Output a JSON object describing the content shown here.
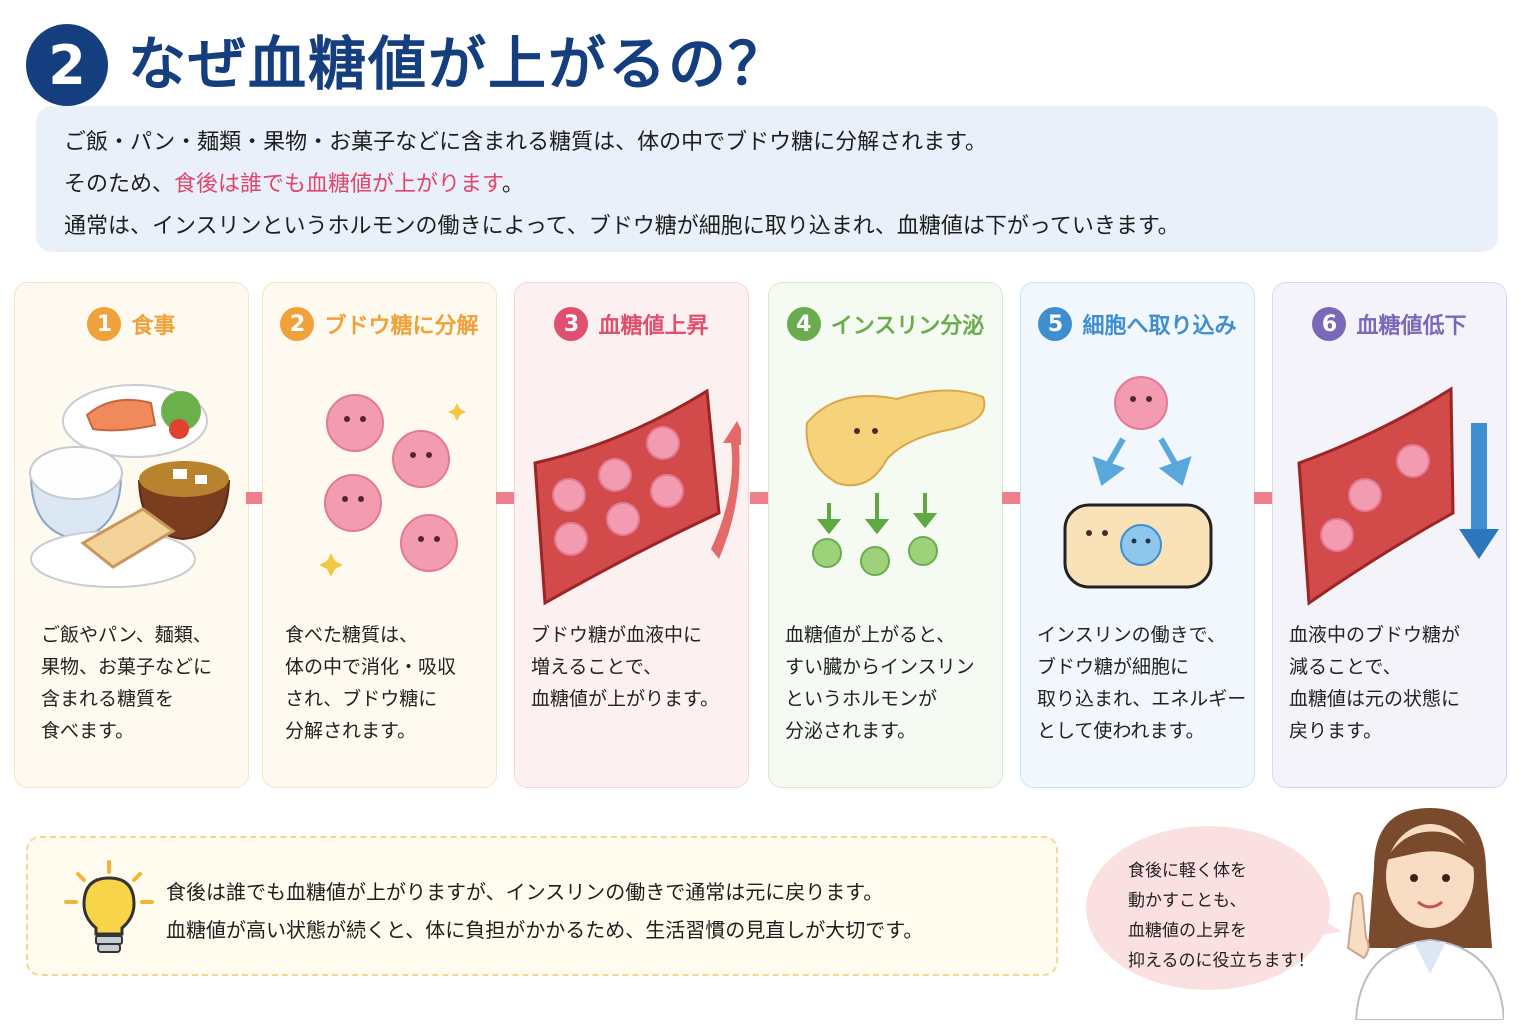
{
  "header": {
    "number": "2",
    "title": "なぜ血糖値が上がるの？"
  },
  "intro": {
    "line1": "ご飯・パン・麺類・果物・お菓子などに含まれる糖質は、体の中でブドウ糖に分解されます。",
    "line2_prefix": "そのため、",
    "line2_highlight": "食後は誰でも血糖値が上がります",
    "line2_suffix": "。",
    "line3": "通常は、インスリンというホルモンの働きによって、ブドウ糖が細胞に取り込まれ、血糖値は下がっていきます。"
  },
  "steps": [
    {
      "num": "1",
      "title": "食事",
      "color": "#f0a13a",
      "lines": [
        "ご飯やパン、麺類、",
        "果物、お菓子などに",
        "含まれる糖質を",
        "食べます。"
      ]
    },
    {
      "num": "2",
      "title": "ブドウ糖に分解",
      "color": "#f0a13a",
      "lines": [
        "食べた糖質は、",
        "体の中で消化・吸収",
        "され、ブドウ糖に",
        "分解されます。"
      ]
    },
    {
      "num": "3",
      "title": "血糖値上昇",
      "color": "#e0506e",
      "lines": [
        "ブドウ糖が血液中に",
        "増えることで、",
        "血糖値が上がります。"
      ]
    },
    {
      "num": "4",
      "title": "インスリン分泌",
      "color": "#6aac4e",
      "lines": [
        "血糖値が上がると、",
        "すい臓からインスリン",
        "というホルモンが",
        "分泌されます。"
      ]
    },
    {
      "num": "5",
      "title": "細胞へ取り込み",
      "color": "#3f8fd0",
      "lines": [
        "インスリンの働きで、",
        "ブドウ糖が細胞に",
        "取り込まれ、エネルギー",
        "として使われます。"
      ]
    },
    {
      "num": "6",
      "title": "血糖値低下",
      "color": "#7b68b8",
      "lines": [
        "血液中のブドウ糖が",
        "減ることで、",
        "血糖値は元の状態に",
        "戻ります。"
      ]
    }
  ],
  "tip": {
    "line1": "食後は誰でも血糖値が上がりますが、インスリンの働きで通常は元に戻ります。",
    "line2": "血糖値が高い状態が続くと、体に負担がかかるため、生活習慣の見直しが大切です。"
  },
  "bubble": {
    "lines": [
      "食後に軽く体を",
      "動かすことも、",
      "血糖値の上昇を",
      "抑えるのに役立ちます！"
    ]
  },
  "colors": {
    "navy": "#153e7e",
    "highlight": "#e0456c",
    "arrow": "#ee7f8c"
  }
}
